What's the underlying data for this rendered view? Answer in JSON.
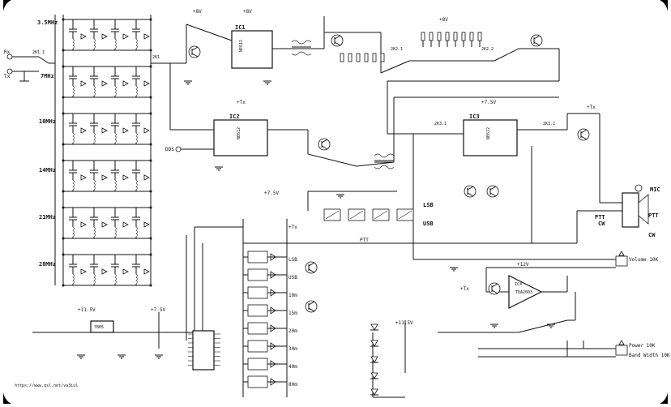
{
  "bands": [
    "3.5MHz",
    "7MHz",
    "10MHz",
    "14MHz",
    "21MHz",
    "28MHz"
  ],
  "ics": [
    "IC1",
    "IC2",
    "IC3",
    "IC4"
  ],
  "connectors": [
    "Rx",
    "Tx"
  ],
  "switches": [
    "2K1.1",
    "2K1",
    "2K2.1",
    "2K2.2",
    "2K3.1",
    "2K3.2"
  ],
  "rails": [
    "+8V",
    "+8V",
    "+8V",
    "+Tx",
    "+7.5V",
    "+7.5V",
    "+12V",
    "+11.5V",
    "+7.5V",
    "+11.5V",
    "+Tx"
  ],
  "mode_labels": [
    "LSB",
    "USB"
  ],
  "band_select": [
    "LSB",
    "USB",
    "10m",
    "15m",
    "20m",
    "30m",
    "40m",
    "80m"
  ],
  "right_labels": [
    "MIC",
    "PTT",
    "CW",
    "PTT",
    "CW",
    "Volume 10K",
    "Power 10K",
    "Band Width 10K"
  ],
  "misc_labels": [
    "DDS",
    "PTT",
    "7805",
    "TDA2003",
    "+Tx",
    "+Tx"
  ],
  "watermark": "https://www.qsl.net/va3iul"
}
